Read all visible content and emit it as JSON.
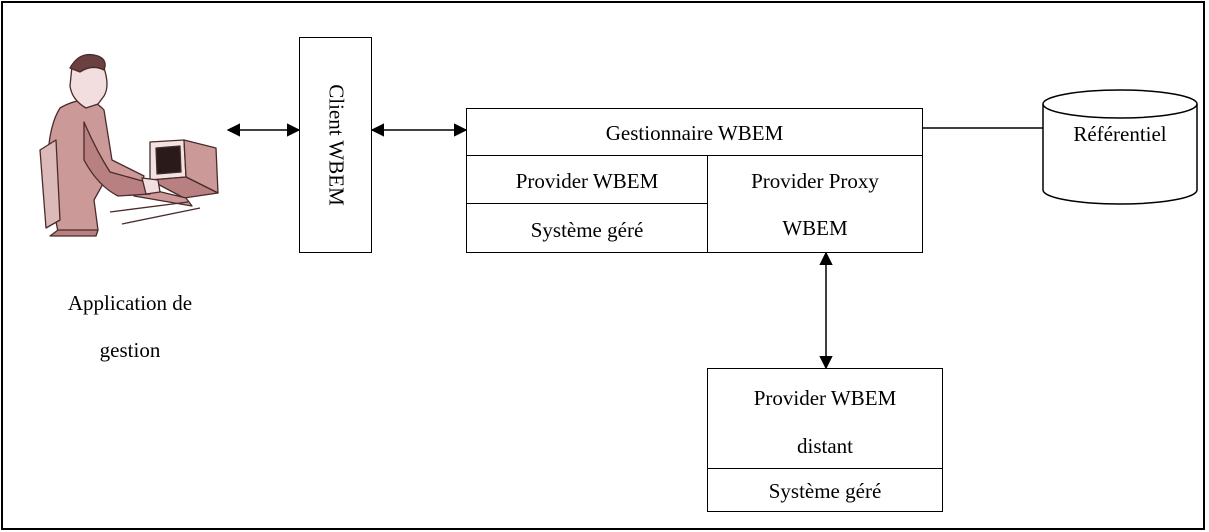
{
  "user": {
    "figure_icon": "person-at-computer-icon",
    "label_line1": "Application de",
    "label_line2": "gestion"
  },
  "client": {
    "label": "Client WBEM"
  },
  "manager": {
    "title": "Gestionnaire WBEM",
    "provider": "Provider WBEM",
    "managed_system": "Système géré",
    "proxy_line1": "Provider Proxy",
    "proxy_line2": "WBEM"
  },
  "repository": {
    "label": "Référentiel",
    "icon": "database-cylinder-icon"
  },
  "remote": {
    "line1": "Provider WBEM",
    "line2": "distant",
    "managed_system": "Système géré"
  },
  "colors": {
    "figure_fill": "#cc9999",
    "figure_stroke": "#4a2a2a",
    "line": "#000000"
  }
}
